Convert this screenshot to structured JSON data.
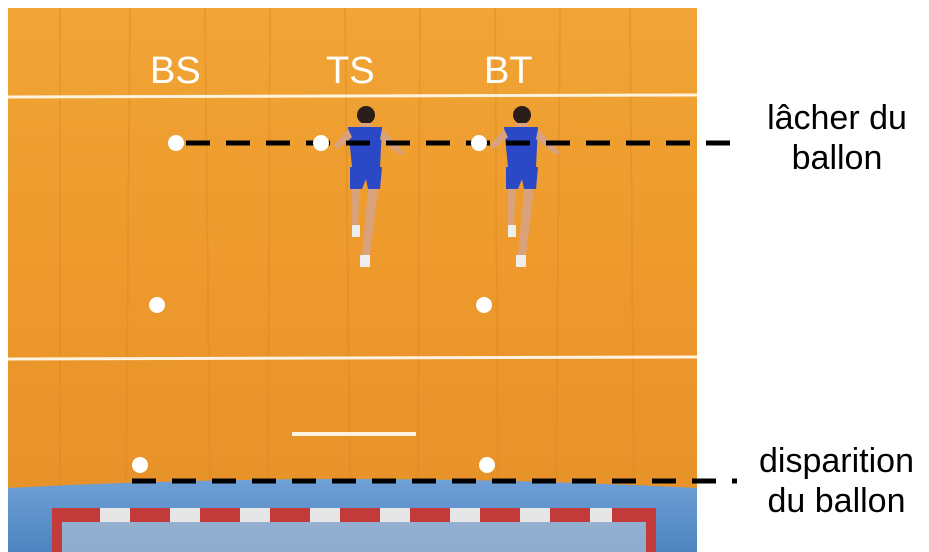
{
  "conditions": {
    "bs": "BS",
    "ts": "TS",
    "bt": "BT"
  },
  "annotations": {
    "release_line1": "lâcher du",
    "release_line2": "ballon",
    "disappear_line1": "disparition",
    "disappear_line2": "du ballon"
  },
  "colors": {
    "court_orange": "#EE9A2C",
    "court_floor_blue": "#5B8FC9",
    "jersey_blue": "#2B48C6",
    "goal_red": "#C23A3A",
    "dot": "#FFFFFF",
    "dash_line": "#000000"
  }
}
